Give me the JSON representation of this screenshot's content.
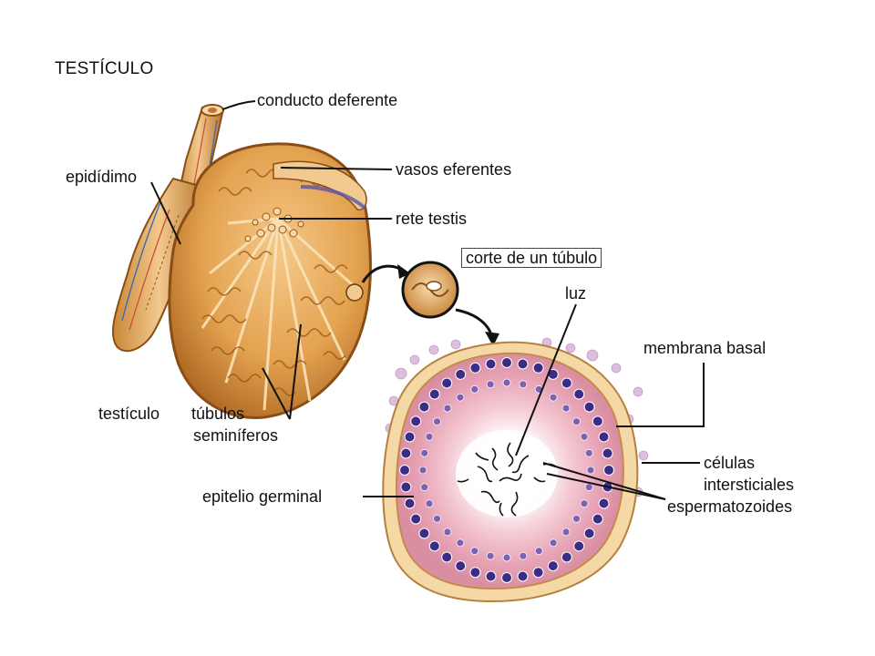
{
  "diagram": {
    "title": "TESTÍCULO",
    "labels": {
      "conducto_deferente": "conducto deferente",
      "vasos_eferentes": "vasos eferentes",
      "epididimo": "epidídimo",
      "rete_testis": "rete testis",
      "corte_tubulo": "corte de un túbulo",
      "luz": "luz",
      "membrana_basal": "membrana basal",
      "testiculo": "testículo",
      "tubulos": "túbulos",
      "seminiferos": "seminíferos",
      "celulas": "células",
      "intersticiales": "intersticiales",
      "espermatozoides": "espermatozoides",
      "epitelio_germinal": "epitelio germinal"
    },
    "colors": {
      "tissue": "#e3a24f",
      "tissue_dark": "#a8621d",
      "tissue_light": "#f7d29a",
      "cell_pink": "#e8a7b8",
      "nucleus": "#3b2d86",
      "leader": "#111111"
    }
  }
}
